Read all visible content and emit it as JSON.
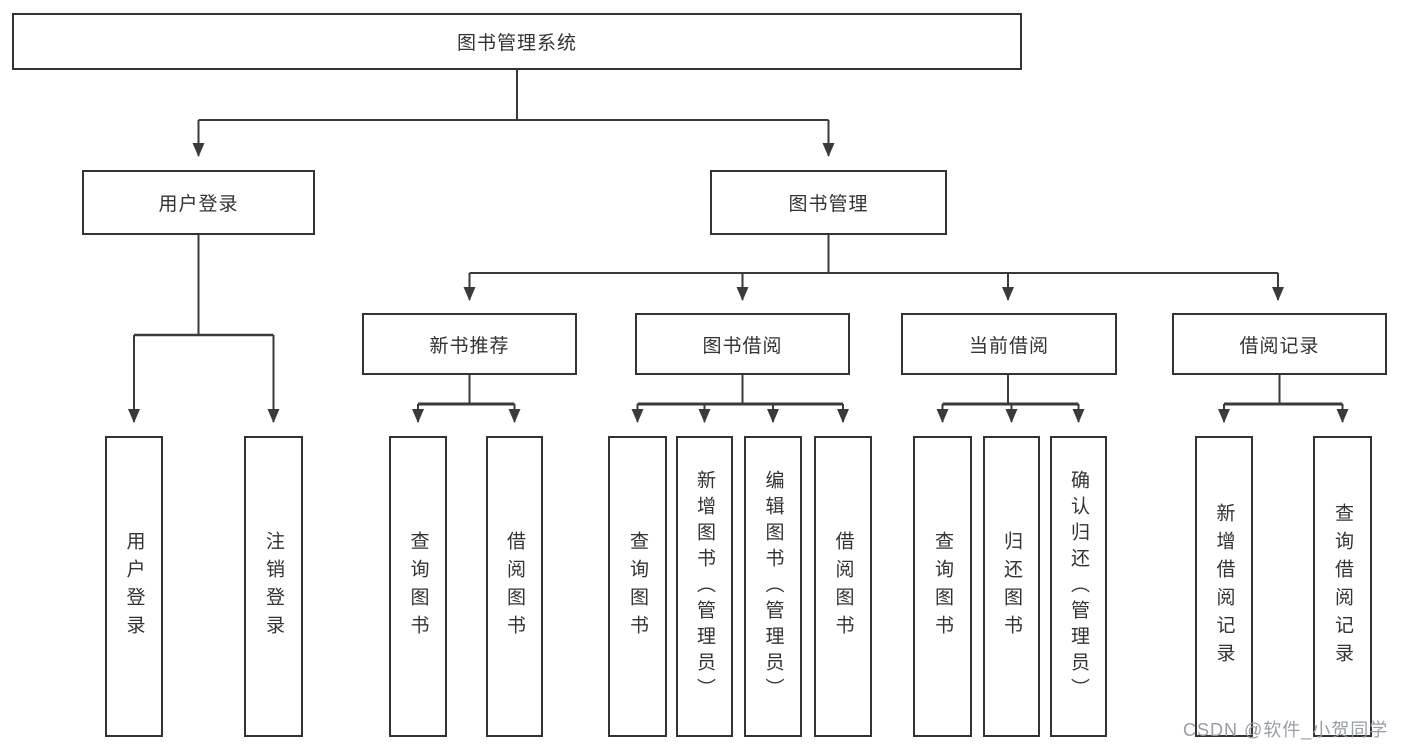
{
  "page": {
    "background": "#ffffff",
    "line_color": "#3a3a3a",
    "box_border_color": "#333333",
    "text_color": "#333333"
  },
  "tree": {
    "root": {
      "label": "图书管理系统"
    },
    "branches": [
      {
        "label": "用户登录",
        "children": [
          {
            "label": "用户登录"
          },
          {
            "label": "注销登录"
          }
        ]
      },
      {
        "label": "图书管理",
        "children": [
          {
            "label": "新书推荐",
            "children": [
              {
                "label": "查询图书"
              },
              {
                "label": "借阅图书"
              }
            ]
          },
          {
            "label": "图书借阅",
            "children": [
              {
                "label": "查询图书"
              },
              {
                "label": "新增图书（管理员）"
              },
              {
                "label": "编辑图书（管理员）"
              },
              {
                "label": "借阅图书"
              }
            ]
          },
          {
            "label": "当前借阅",
            "children": [
              {
                "label": "查询图书"
              },
              {
                "label": "归还图书"
              },
              {
                "label": "确认归还（管理员）"
              }
            ]
          },
          {
            "label": "借阅记录",
            "children": [
              {
                "label": "新增借阅记录"
              },
              {
                "label": "查询借阅记录"
              }
            ]
          }
        ]
      }
    ]
  },
  "watermark": {
    "text": "CSDN @软件_小贺同学",
    "color": "#9498a0"
  }
}
